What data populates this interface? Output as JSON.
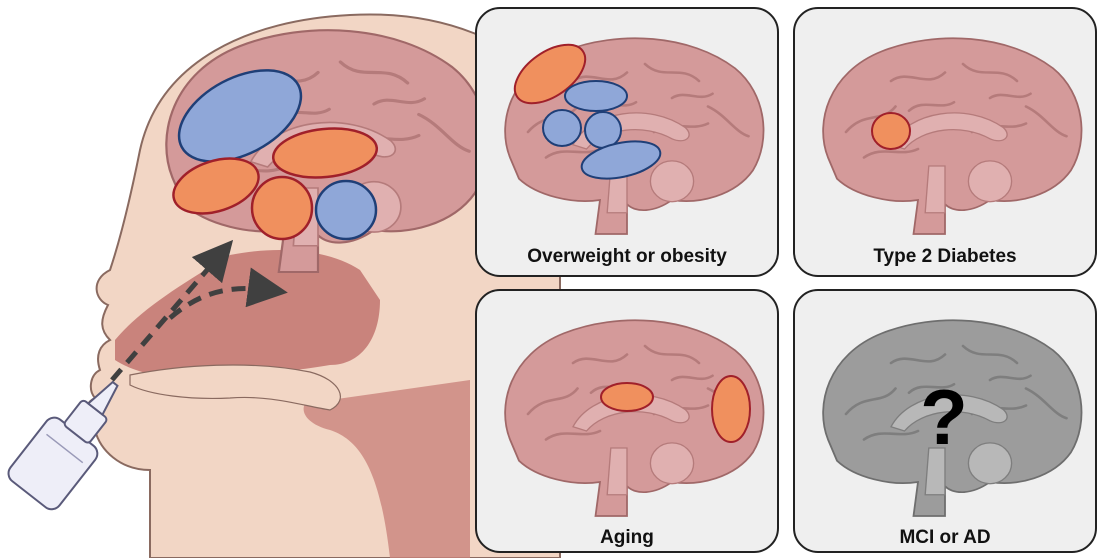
{
  "panels": [
    {
      "id": "overweight",
      "label": "Overweight or obesity"
    },
    {
      "id": "diabetes",
      "label": "Type 2 Diabetes"
    },
    {
      "id": "aging",
      "label": "Aging"
    },
    {
      "id": "mci",
      "label": "MCI or AD",
      "marker": "?"
    }
  ],
  "colors": {
    "background": "#ffffff",
    "skin": "#f2d6c5",
    "skin_outline": "#8a6a60",
    "nasal_cavity": "#c9837c",
    "brain": "#d49a9a",
    "brain_dark": "#b57b7b",
    "brain_gray": "#9c9c9c",
    "panel_bg": "#efefef",
    "panel_border": "#222222",
    "region_increase": "#f0905e",
    "region_increase_border": "#a0202a",
    "region_decrease": "#8fa7d8",
    "region_decrease_border": "#1f3f77",
    "arrow": "#404040",
    "spray_bottle": "#eeeef8"
  },
  "icons": [
    "nasal-spray-bottle-icon",
    "dashed-arrow-icon",
    "question-mark-icon"
  ]
}
